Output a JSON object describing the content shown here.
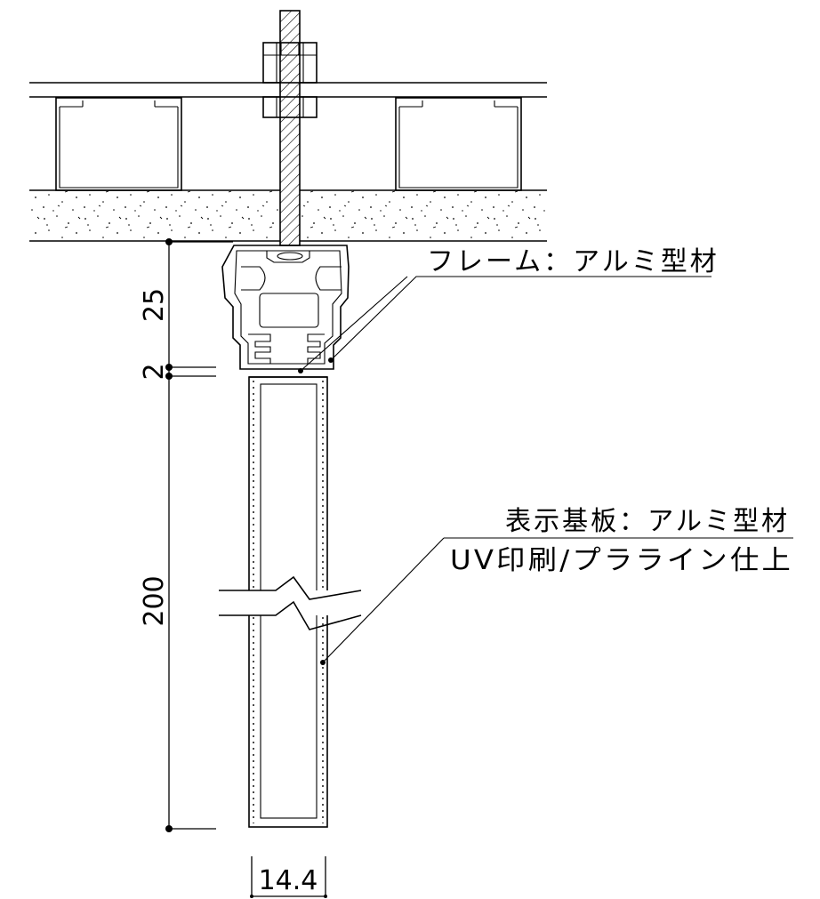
{
  "labels": {
    "frame_label": "フレーム：アルミ型材",
    "board_label_line1": "表示基板：アルミ型材",
    "board_label_line2": "UV印刷/プラライン仕上"
  },
  "dimensions": {
    "frame_height": "25",
    "gap": "2",
    "board_height": "200",
    "board_width": "14.4"
  },
  "colors": {
    "line": "#000000",
    "background": "#ffffff"
  }
}
